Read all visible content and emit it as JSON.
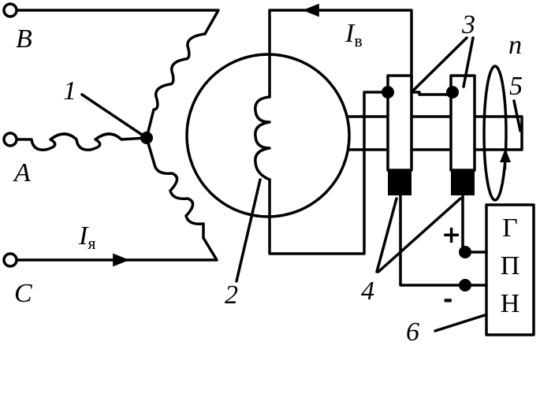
{
  "terminals": {
    "b": "B",
    "a": "A",
    "c": "C"
  },
  "currents": {
    "armature": {
      "symbol": "I",
      "subscript": "я"
    },
    "field": {
      "symbol": "I",
      "subscript": "в"
    }
  },
  "callouts": {
    "star_point": "1",
    "field_winding": "2",
    "slip_rings": "3",
    "brushes": "4",
    "shaft": "5",
    "exciter": "6"
  },
  "rotation": "n",
  "exciter_letters": [
    "Г",
    "П",
    "Н"
  ],
  "polarity": {
    "plus": "+",
    "minus": "-"
  }
}
